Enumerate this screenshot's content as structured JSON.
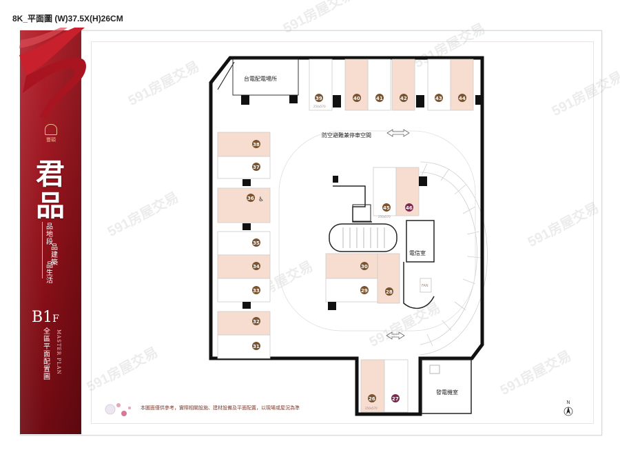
{
  "header": {
    "title": "8K_平面圖 (W)37.5X(H)26CM"
  },
  "brand": {
    "logo_text": "豐碩",
    "project_name": "君品",
    "tagline": [
      "品地段",
      "品建築",
      "品生活"
    ],
    "floor": "B1",
    "floor_suffix": "F",
    "plan_title": "全區平面配置圖",
    "plan_title_en": "MASTER PLAN"
  },
  "rooms": {
    "power_room": "台電配電場所",
    "shelter": "防空避難兼停車空間",
    "telecom": "電信室",
    "generator": "發電機室",
    "fan": "FAN"
  },
  "parking": {
    "top_row": [
      "39",
      "40",
      "41",
      "42",
      "43",
      "44"
    ],
    "left_col": [
      "38",
      "37",
      "36",
      "35",
      "34",
      "33",
      "32",
      "31"
    ],
    "center": [
      "45",
      "46",
      "30",
      "29",
      "28"
    ],
    "bottom": [
      "26",
      "27"
    ],
    "size_note": "250x570"
  },
  "footnote": "本圖面僅供參考，實際相關設施、建材設備及平面配置，以現場或屋況為準",
  "north": "N",
  "watermark": "591房屋交易",
  "colors": {
    "brand_red": "#9b1520",
    "gold": "#e6c58d",
    "stall_peach": "#f7dcd0",
    "num_brown": "#7a5330",
    "num_purple": "#7a2a4e"
  }
}
